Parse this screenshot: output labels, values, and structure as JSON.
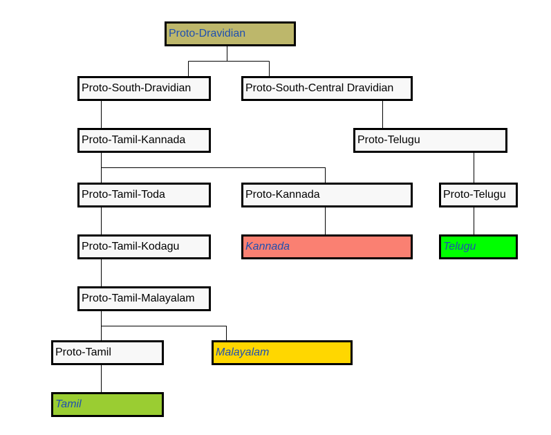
{
  "title": "Dravidian language family tree",
  "colors": {
    "root": "#BDB76B",
    "proto": "#F8F8F8",
    "kannada": "#FA8072",
    "telugu": "#00FF00",
    "malayalam": "#FFD700",
    "tamil": "#9ACD32",
    "language_text": "#1F4FB0"
  },
  "nodes": {
    "proto_dravidian": "Proto-Dravidian",
    "proto_south_dravidian": "Proto-South-Dravidian",
    "proto_south_central_dravidian": "Proto-South-Central Dravidian",
    "proto_tamil_kannada": "Proto-Tamil-Kannada",
    "proto_telugu_1": "Proto-Telugu",
    "proto_tamil_toda": "Proto-Tamil-Toda",
    "proto_kannada": "Proto-Kannada",
    "proto_telugu_2": "Proto-Telugu",
    "proto_tamil_kodagu": "Proto-Tamil-Kodagu",
    "kannada": "Kannada",
    "telugu": "Telugu",
    "proto_tamil_malayalam": "Proto-Tamil-Malayalam",
    "proto_tamil": "Proto-Tamil",
    "malayalam": "Malayalam",
    "tamil": "Tamil"
  }
}
